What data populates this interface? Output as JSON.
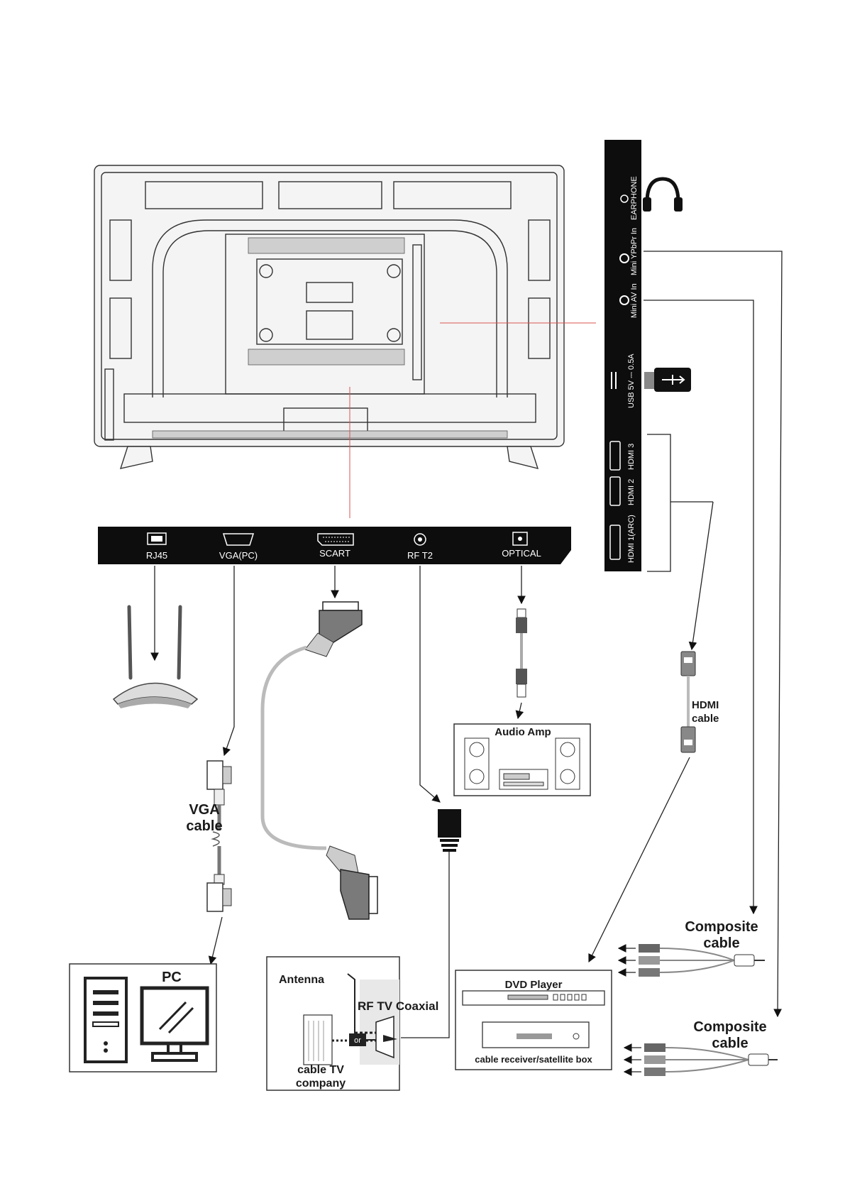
{
  "panel_ports": {
    "rj45": "RJ45",
    "vga": "VGA(PC)",
    "scart": "SCART",
    "rf": "RF T2",
    "optical": "OPTICAL"
  },
  "side_ports": {
    "earphone": "EARPHONE",
    "ypbpr": "Mini YPbPr In",
    "av": "Mini AV In",
    "usb": "USB 5V ⎓ 0.5A",
    "hdmi3": "HDMI 3",
    "hdmi2": "HDMI 2",
    "hdmi1": "HDMI 1(ARC)"
  },
  "devices": {
    "audio_amp": "Audio Amp",
    "vga_cable_line1": "VGA",
    "vga_cable_line2": "cable",
    "hdmi_cable_line1": "HDMI",
    "hdmi_cable_line2": "cable",
    "composite1_line1": "Composite",
    "composite1_line2": "cable",
    "composite2_line1": "Composite",
    "composite2_line2": "cable",
    "pc": "PC",
    "antenna": "Antenna",
    "rf_coaxial": "RF TV Coaxial",
    "or": "or",
    "cable_tv_line1": "cable TV",
    "cable_tv_line2": "company",
    "dvd_player": "DVD Player",
    "cable_receiver": "cable receiver/satellite box"
  },
  "colors": {
    "panel": "#0d0d0d",
    "accent_red": "#d9534f",
    "cable_grey": "#9a9a9a"
  }
}
